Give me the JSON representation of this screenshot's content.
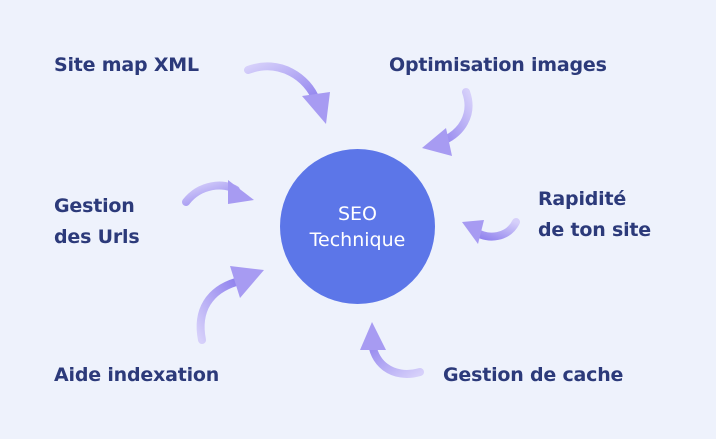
{
  "center": {
    "line1": "SEO",
    "line2": "Technique"
  },
  "items": {
    "sitemap": "Site map XML",
    "optimisation": "Optimisation images",
    "urls_line1": "Gestion",
    "urls_line2": "des Urls",
    "rapidite_line1": "Rapidité",
    "rapidite_line2": "de ton site",
    "indexation": "Aide indexation",
    "cache": "Gestion de cache"
  },
  "colors": {
    "background": "#eef2fc",
    "text": "#2c3a7a",
    "circle": "#5c76e8",
    "arrow_light": "#c9c2f6",
    "arrow_dark": "#9a8ef0"
  }
}
